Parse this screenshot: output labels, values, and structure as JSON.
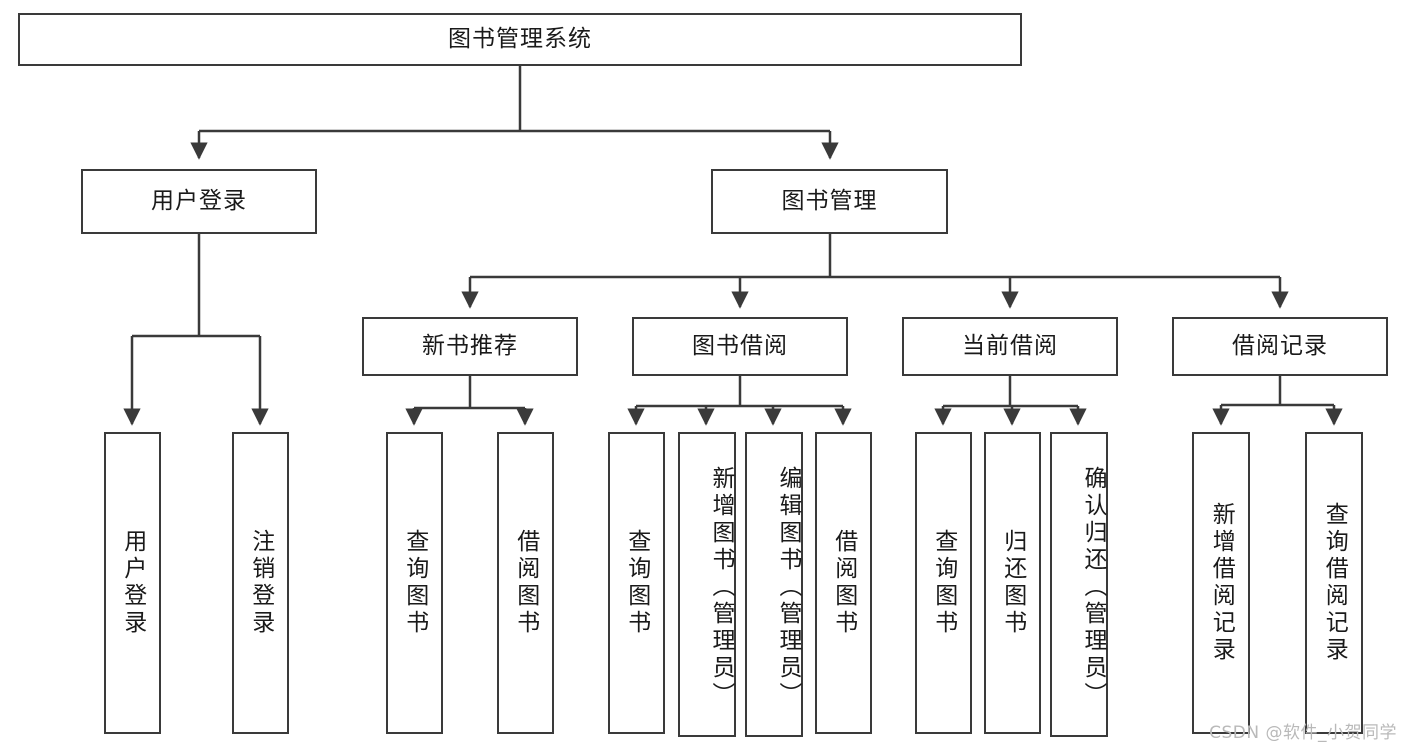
{
  "diagram": {
    "type": "tree",
    "title": "图书管理系统",
    "background_color": "#ffffff",
    "stroke_color": "#3a3a3a",
    "text_color": "#1a1a1a",
    "root": {
      "label": "图书管理系统"
    },
    "level2": [
      {
        "label": "用户登录"
      },
      {
        "label": "图书管理"
      }
    ],
    "level3": [
      {
        "label": "新书推荐"
      },
      {
        "label": "图书借阅"
      },
      {
        "label": "当前借阅"
      },
      {
        "label": "借阅记录"
      }
    ],
    "leaves": [
      {
        "label": "用户登录",
        "parent": "用户登录"
      },
      {
        "label": "注销登录",
        "parent": "用户登录"
      },
      {
        "label": "查询图书",
        "parent": "新书推荐"
      },
      {
        "label": "借阅图书",
        "parent": "新书推荐"
      },
      {
        "label": "查询图书",
        "parent": "图书借阅"
      },
      {
        "label": "新增图书（管理员）",
        "parent": "图书借阅"
      },
      {
        "label": "编辑图书（管理员）",
        "parent": "图书借阅"
      },
      {
        "label": "借阅图书",
        "parent": "图书借阅"
      },
      {
        "label": "查询图书",
        "parent": "当前借阅"
      },
      {
        "label": "归还图书",
        "parent": "当前借阅"
      },
      {
        "label": "确认归还（管理员）",
        "parent": "当前借阅"
      },
      {
        "label": "新增借阅记录",
        "parent": "借阅记录"
      },
      {
        "label": "查询借阅记录",
        "parent": "借阅记录"
      }
    ]
  },
  "watermark": {
    "text": "CSDN @软件_小贺同学"
  }
}
